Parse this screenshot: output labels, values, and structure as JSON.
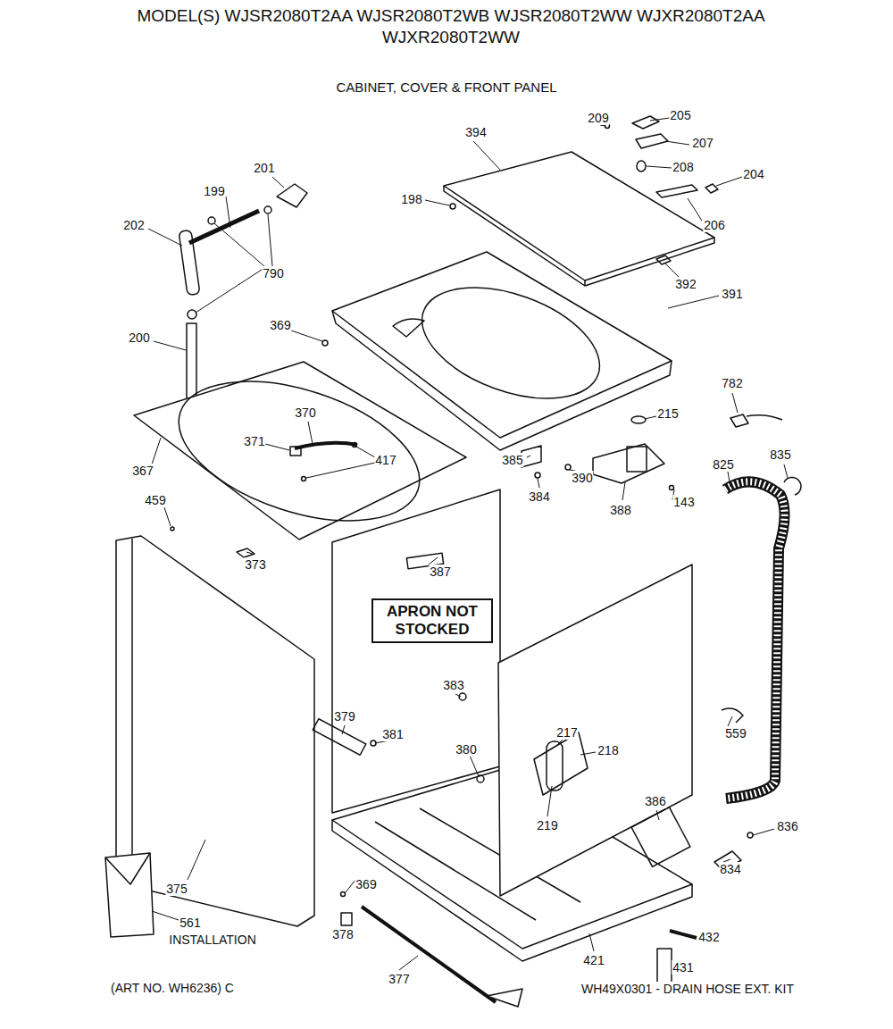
{
  "diagram": {
    "title": "MODEL(S) WJSR2080T2AA WJSR2080T2WB WJSR2080T2WW WJXR2080T2AA WJXR2080T2WW",
    "nodes": [
      {
        "text": [
          "APRON NOT STOCKED"
        ]
      }
    ],
    "labels": [
      "CABINET, COVER & FRONT PANEL",
      "209",
      "205",
      "394",
      "207",
      "201",
      "208",
      "204",
      "199",
      "198",
      "202",
      "206",
      "790",
      "392",
      "391",
      "369",
      "200",
      "782",
      "370",
      "215",
      "371",
      "417",
      "835",
      "385",
      "384",
      "390",
      "367",
      "825",
      "388",
      "143",
      "459",
      "373",
      "387",
      "383",
      "379",
      "381",
      "217",
      "218",
      "559",
      "380",
      "219",
      "386",
      "836",
      "369",
      "375",
      "834",
      "561",
      "INSTALLATION",
      "378",
      "432",
      "421",
      "431",
      "377",
      "(ART NO. WH6236) C",
      "WH49X0301 - DRAIN HOSE EXT. KIT"
    ]
  }
}
